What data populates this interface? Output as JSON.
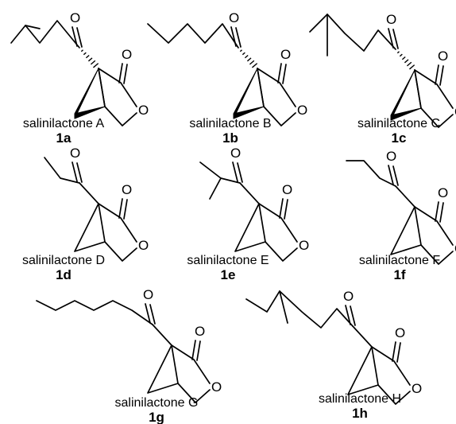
{
  "compounds": [
    {
      "name": "salinilactone A",
      "code": "1a",
      "o_label": "O"
    },
    {
      "name": "salinilactone B",
      "code": "1b",
      "o_label": "O"
    },
    {
      "name": "salinilactone C",
      "code": "1c",
      "o_label": "O"
    },
    {
      "name": "salinilactone D",
      "code": "1d",
      "o_label": "O"
    },
    {
      "name": "salinilactone E",
      "code": "1e",
      "o_label": "O"
    },
    {
      "name": "salinilactone F",
      "code": "1f",
      "o_label": "O"
    },
    {
      "name": "salinilactone G",
      "code": "1g",
      "o_label": "O"
    },
    {
      "name": "salinilactone H",
      "code": "1h",
      "o_label": "O"
    }
  ]
}
